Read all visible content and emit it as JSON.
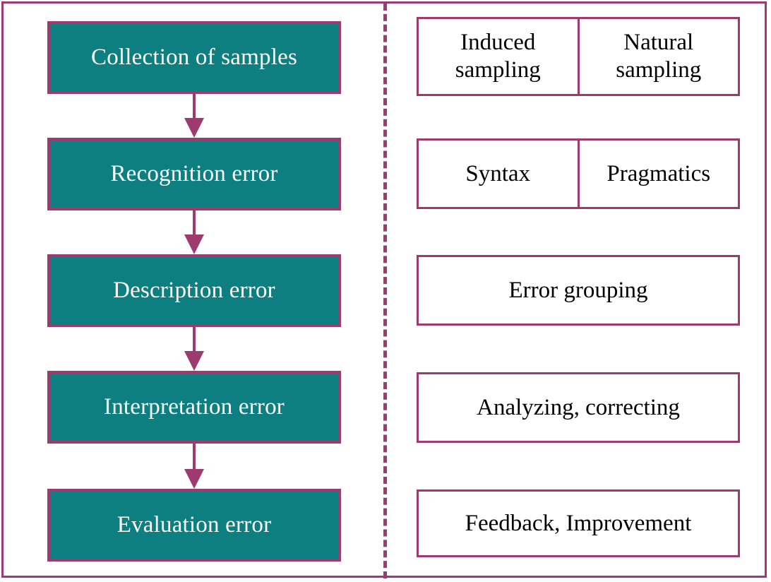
{
  "figure": {
    "type": "two-column-process-diagram",
    "background_color": "#ffffff",
    "accent_color": "#9d3a6e",
    "process_box_color": "#0d7f80",
    "process_text_color": "#ffffff",
    "detail_text_color": "#000000",
    "divider": "dashed-vertical"
  },
  "process_flow": {
    "steps": [
      {
        "label": "Collection of samples"
      },
      {
        "label": "Recognition error"
      },
      {
        "label": "Description error"
      },
      {
        "label": "Interpretation error"
      },
      {
        "label": "Evaluation error"
      }
    ],
    "connectors": [
      {
        "kind": "arrow-down"
      },
      {
        "kind": "arrow-down"
      },
      {
        "kind": "arrow-down"
      },
      {
        "kind": "arrow-down"
      }
    ]
  },
  "details": {
    "rows": [
      {
        "cells": [
          {
            "label": "Induced\nsampling"
          },
          {
            "label": "Natural\nsampling"
          }
        ]
      },
      {
        "cells": [
          {
            "label": "Syntax"
          },
          {
            "label": "Pragmatics"
          }
        ]
      },
      {
        "cells": [
          {
            "label": "Error grouping"
          }
        ]
      },
      {
        "cells": [
          {
            "label": "Analyzing, correcting"
          }
        ]
      },
      {
        "cells": [
          {
            "label": "Feedback, Improvement"
          }
        ]
      }
    ]
  }
}
